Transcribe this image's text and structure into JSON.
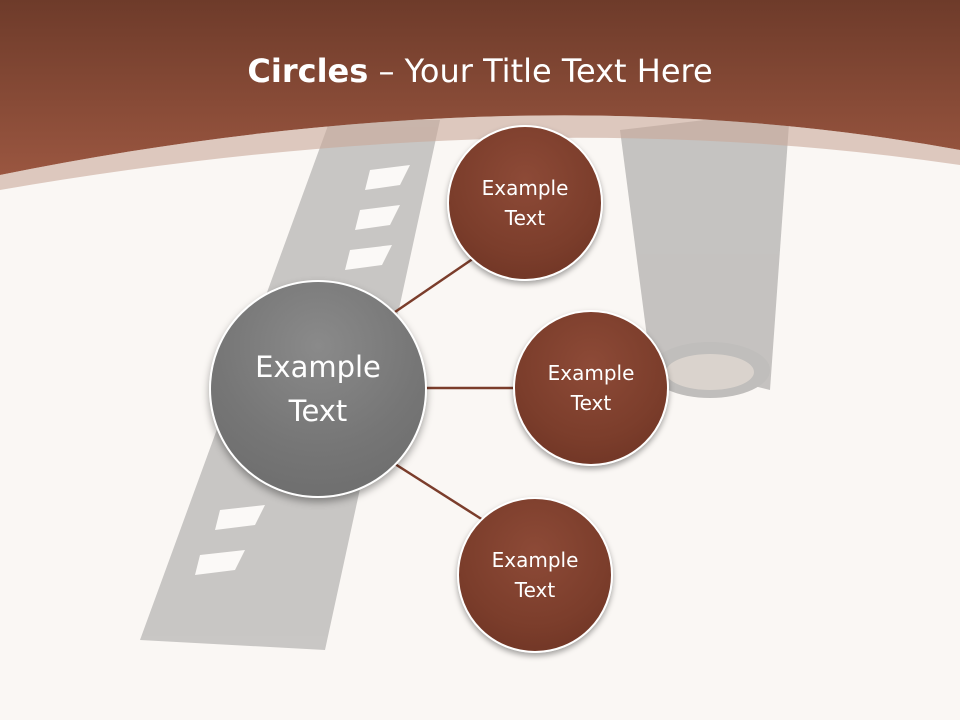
{
  "title": {
    "bold": "Circles",
    "rest": " – Your Title Text Here"
  },
  "colors": {
    "header_brown": "#8b4a35",
    "circle_brown": "#7b3d2b",
    "center_gray": "#767676",
    "connector": "#7b3d2b"
  },
  "diagram": {
    "center": {
      "label": "Example\nText"
    },
    "nodes": [
      {
        "label": "Example\nText"
      },
      {
        "label": "Example\nText"
      },
      {
        "label": "Example\nText"
      }
    ]
  }
}
